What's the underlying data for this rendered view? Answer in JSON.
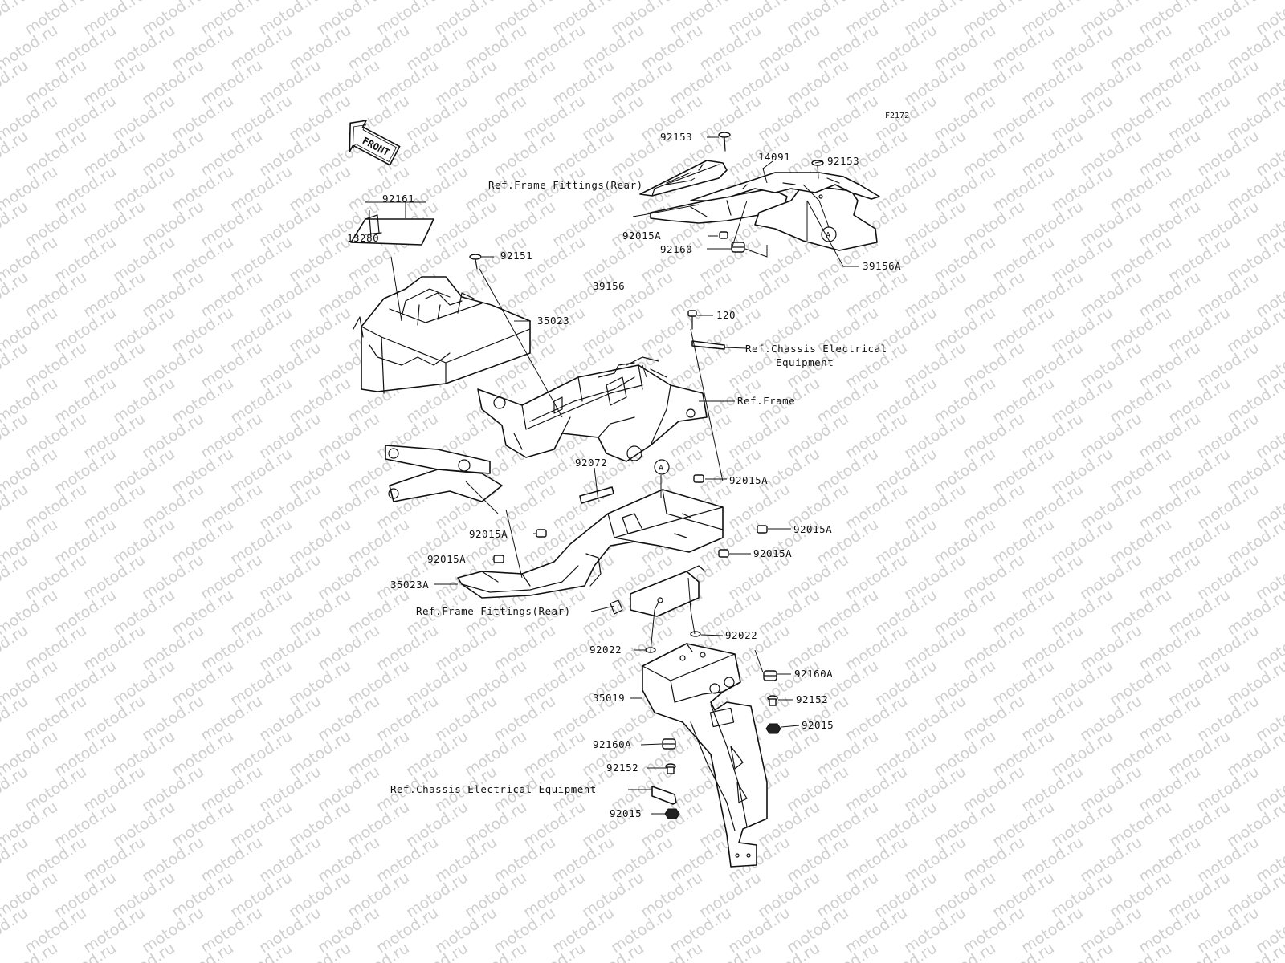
{
  "diagram": {
    "code": "F2172",
    "front_label": "FRONT",
    "watermark": "motod.ru",
    "marker": "A",
    "labels": {
      "p92153_top": "92153",
      "p14091": "14091",
      "p92153_right": "92153",
      "ref_frame_fittings_rear_top": "Ref.Frame Fittings(Rear)",
      "p92015A_top": "92015A",
      "p92160": "92160",
      "p39156": "39156",
      "p39156A": "39156A",
      "p92161": "92161",
      "p13280": "13280",
      "p92151": "92151",
      "p35023": "35023",
      "p120": "120",
      "ref_chassis_electrical_line1": "Ref.Chassis Electrical",
      "ref_chassis_electrical_line2": "Equipment",
      "ref_frame": "Ref.Frame",
      "p92072": "92072",
      "p92015A_mid1": "92015A",
      "p92015A_mid2": "92015A",
      "p92015A_mid3": "92015A",
      "p92015A_left1": "92015A",
      "p92015A_left2": "92015A",
      "p35023A": "35023A",
      "ref_frame_fittings_rear_bottom": "Ref.Frame Fittings(Rear)",
      "p92022_right": "92022",
      "p92022_left": "92022",
      "p92160A_right": "92160A",
      "p35019": "35019",
      "p92152_right": "92152",
      "p92015_right": "92015",
      "p92160A_left": "92160A",
      "p92152_left": "92152",
      "ref_chassis_electrical_bottom": "Ref.Chassis Electrical Equipment",
      "p92015_bottom": "92015"
    }
  }
}
